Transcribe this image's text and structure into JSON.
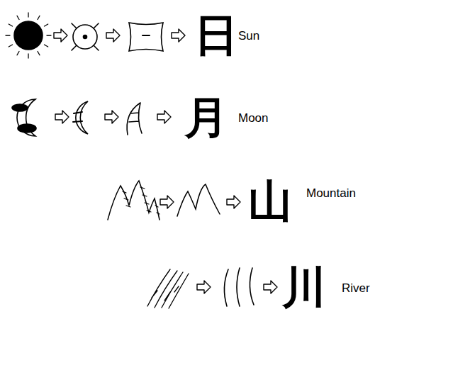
{
  "diagram": {
    "labels": [
      "日",
      "Sun",
      "月",
      "Moon",
      "山",
      "Mountain",
      "川",
      "River"
    ]
  }
}
